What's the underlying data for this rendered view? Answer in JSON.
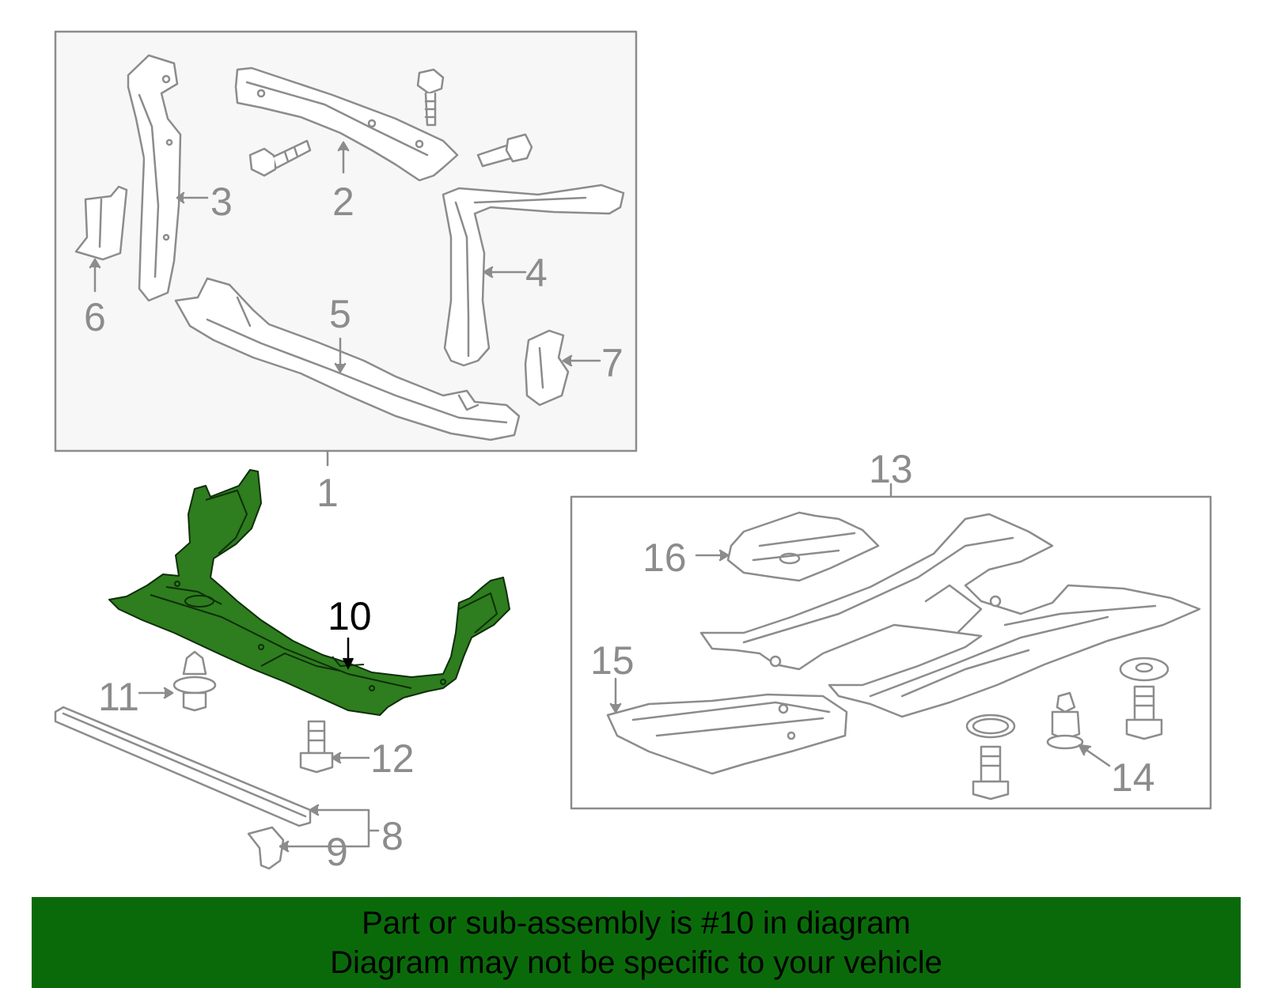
{
  "diagram": {
    "labels": {
      "l1": "1",
      "l2": "2",
      "l3": "3",
      "l4": "4",
      "l5": "5",
      "l6": "6",
      "l7": "7",
      "l8": "8",
      "l9": "9",
      "l10": "10",
      "l11": "11",
      "l12": "12",
      "l13": "13",
      "l14": "14",
      "l15": "15",
      "l16": "16"
    },
    "highlighted_part": "10",
    "colors": {
      "line_gray": "#8c8c8c",
      "box_fill": "#f7f7f7",
      "highlight_fill": "#2e7d1e",
      "highlight_stroke": "#0e2e0a",
      "banner_bg": "#0a6a0a"
    }
  },
  "banner": {
    "line1": "Part or sub-assembly is #10 in diagram",
    "line2": "Diagram may not be specific to your vehicle"
  }
}
